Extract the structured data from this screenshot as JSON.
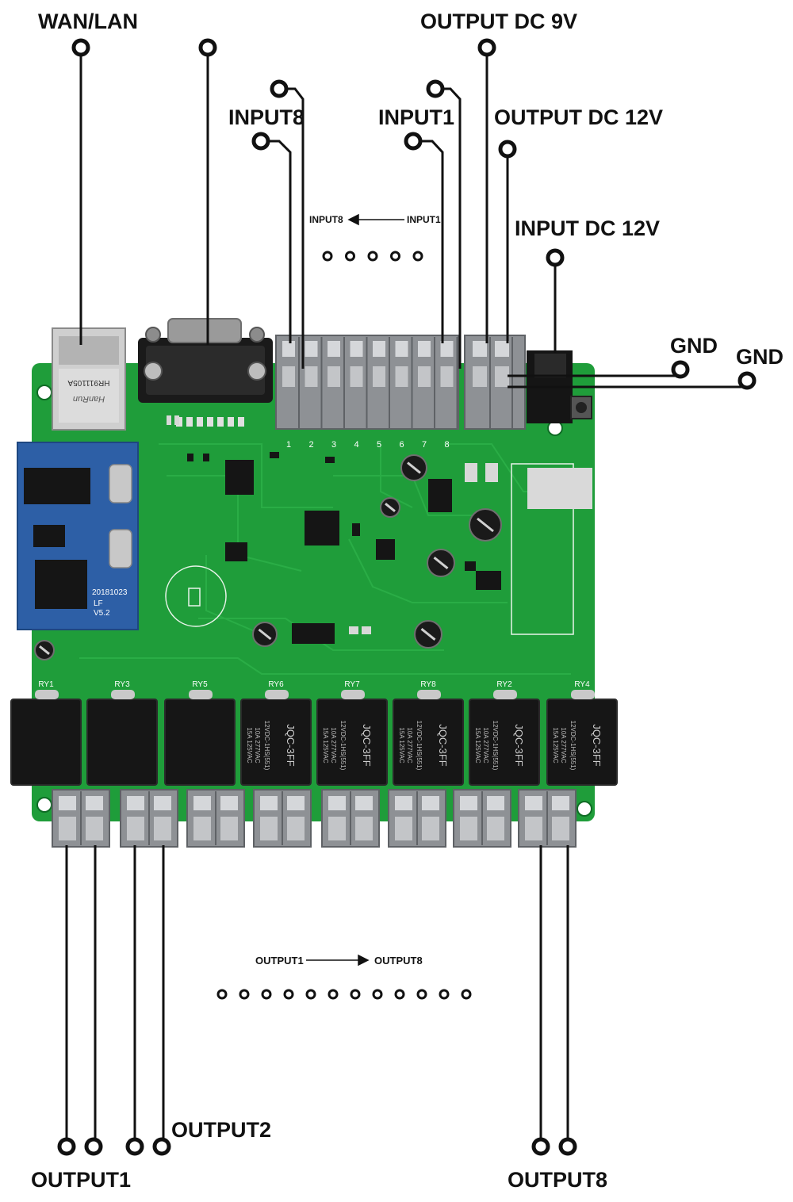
{
  "labels": {
    "wan_lan": "WAN/LAN",
    "output_dc_9v": "OUTPUT DC 9V",
    "input8": "INPUT8",
    "input1": "INPUT1",
    "output_dc_12v": "OUTPUT DC 12V",
    "input_dc_12v": "INPUT DC 12V",
    "gnd_1": "GND",
    "gnd_2": "GND",
    "output2": "OUTPUT2",
    "output1": "OUTPUT1",
    "output8": "OUTPUT8"
  },
  "arrows": {
    "input_from": "INPUT1",
    "input_to": "INPUT8",
    "output_from": "OUTPUT1",
    "output_to": "OUTPUT8"
  },
  "board_text": {
    "module_date": "20181023",
    "module_rev_1": "LF",
    "module_rev_2": "V5.2",
    "relay_brand": "JQC-3FF",
    "relay_spec_1": "12VDC-1HS(551)",
    "relay_spec_2": "10A 277VAC",
    "relay_spec_3": "15A 125VAC",
    "rj45_part": "HR911105A",
    "rj45_brand": "HanRun"
  },
  "relay_ids": [
    "RY1",
    "RY3",
    "RY5",
    "RY6",
    "RY7",
    "RY8",
    "RY2",
    "RY4"
  ],
  "terminal_numbers": [
    "1",
    "2",
    "3",
    "4",
    "5",
    "6",
    "7",
    "8"
  ],
  "colors": {
    "pcb": "#1f9d3a",
    "pcb_dark": "#157a2a",
    "relay": "#161616",
    "terminal": "#8e9195",
    "wire": "#111111",
    "module": "#2d5fa6"
  }
}
